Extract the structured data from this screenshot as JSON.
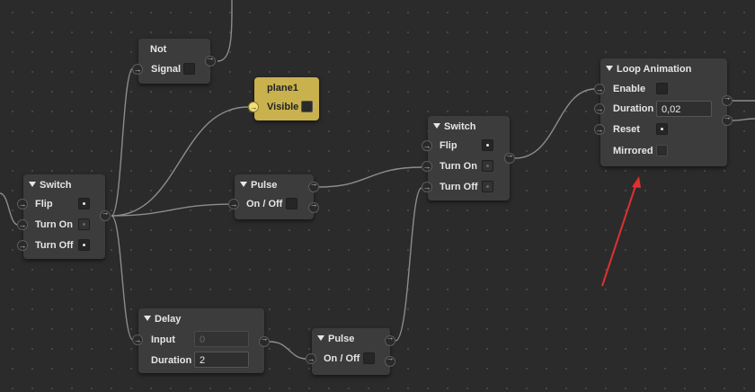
{
  "nodes": {
    "not": {
      "title": "Not",
      "signal_label": "Signal"
    },
    "plane": {
      "title": "plane1",
      "visible_label": "Visible"
    },
    "switch_left": {
      "title": "Switch",
      "flip_label": "Flip",
      "turn_on_label": "Turn On",
      "turn_off_label": "Turn Off"
    },
    "pulse_top": {
      "title": "Pulse",
      "onoff_label": "On / Off"
    },
    "switch_right": {
      "title": "Switch",
      "flip_label": "Flip",
      "turn_on_label": "Turn On",
      "turn_off_label": "Turn Off"
    },
    "loop": {
      "title": "Loop Animation",
      "enable_label": "Enable",
      "duration_label": "Duration",
      "duration_value": "0,02",
      "reset_label": "Reset",
      "mirrored_label": "Mirrored"
    },
    "delay": {
      "title": "Delay",
      "input_label": "Input",
      "input_value": "0",
      "duration_label": "Duration",
      "duration_value": "2"
    },
    "pulse_bottom": {
      "title": "Pulse",
      "onoff_label": "On / Off"
    }
  },
  "colors": {
    "canvas_bg": "#2b2b2b",
    "node_bg": "#3c3c3c",
    "object_node_bg": "#c9b14e",
    "wire": "#8c8c8c",
    "annotation_arrow": "#e03030"
  }
}
